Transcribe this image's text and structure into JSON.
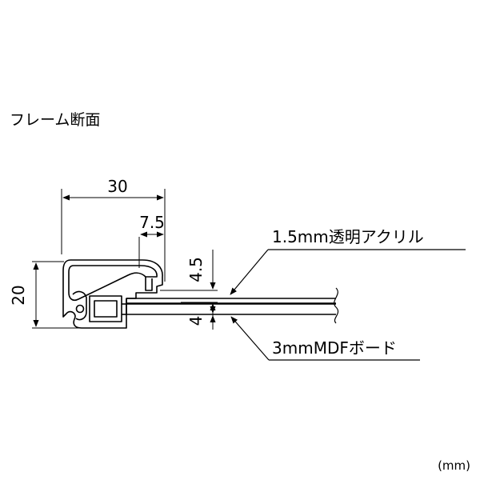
{
  "title": "フレーム断面",
  "unit": "(mm)",
  "dimensions": {
    "width": "30",
    "lip": "7.5",
    "height": "20",
    "upper_gap": "4.5",
    "lower_gap": "4"
  },
  "callouts": {
    "acrylic": "1.5mm透明アクリル",
    "mdf": "3mmMDFボード"
  }
}
